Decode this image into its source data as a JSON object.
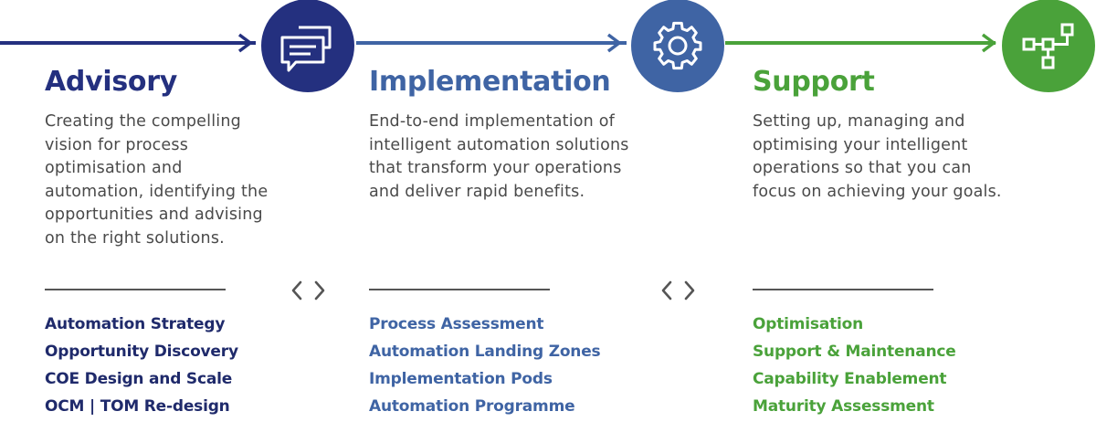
{
  "colors": {
    "advisory": "#24307f",
    "implementation": "#3f64a4",
    "support": "#4aa23a",
    "icon_glyph": "#ffffff",
    "chevrons": "#555555"
  },
  "stages": [
    {
      "title": "Advisory",
      "icon": "chat-bubbles-icon",
      "description": "Creating the compelling vision for process optimisation and automation, identifying the opportunities and advising on the right solutions.",
      "items": [
        "Automation Strategy",
        "Opportunity Discovery",
        "COE Design and Scale",
        "OCM | TOM Re-design"
      ]
    },
    {
      "title": "Implementation",
      "icon": "gear-icon",
      "description": "End-to-end implementation of intelligent automation solutions that transform your operations and deliver rapid benefits.",
      "items": [
        "Process Assessment",
        "Automation Landing Zones",
        "Implementation Pods",
        "Automation Programme"
      ]
    },
    {
      "title": "Support",
      "icon": "network-nodes-icon",
      "description": "Setting up, managing and optimising your intelligent operations so that you can focus on achieving your goals.",
      "items": [
        "Optimisation",
        "Support & Maintenance",
        "Capability Enablement",
        "Maturity Assessment"
      ]
    }
  ],
  "separators": [
    "left-right-chevrons-icon",
    "left-right-chevrons-icon"
  ]
}
